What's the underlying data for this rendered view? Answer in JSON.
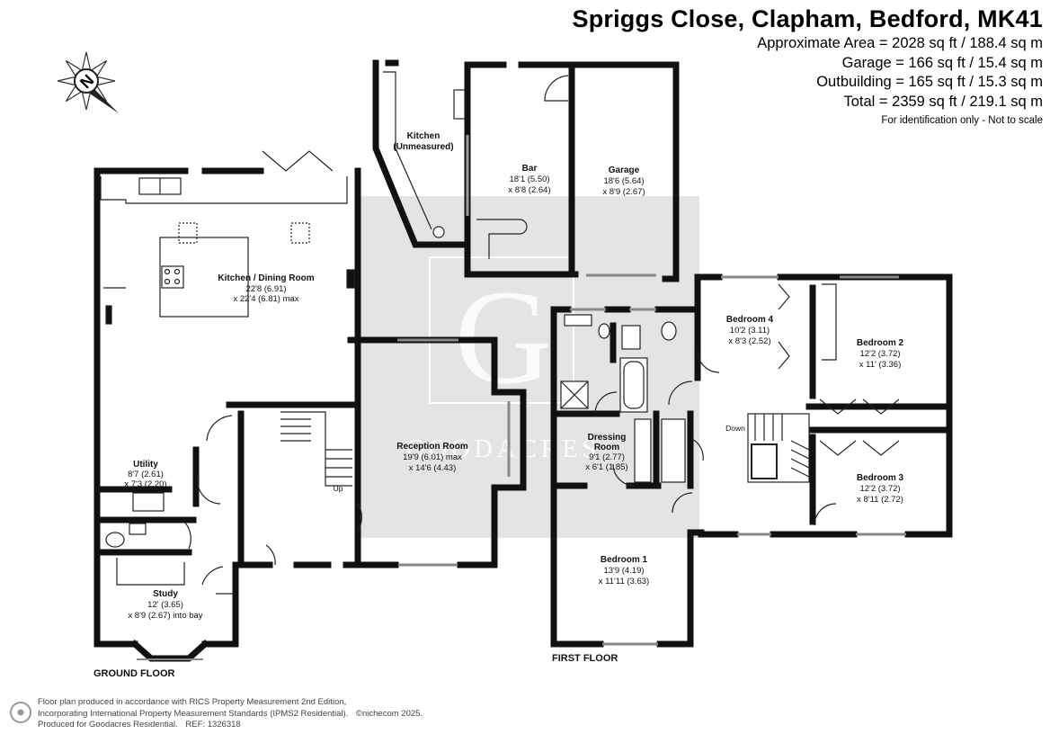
{
  "header": {
    "address": "Spriggs Close, Clapham, Bedford, MK41",
    "areas": [
      "Approximate Area = 2028 sq ft / 188.4 sq m",
      "Garage = 166 sq ft / 15.4 sq m",
      "Outbuilding = 165 sq ft / 15.3 sq m",
      "Total = 2359 sq ft / 219.1 sq m"
    ],
    "disclaimer": "For identification only - Not to scale"
  },
  "compass": {
    "label": "N"
  },
  "rooms": {
    "kitchen_dining": {
      "name": "Kitchen / Dining Room",
      "dim1": "22'8 (6.91)",
      "dim2": "x 22'4 (6.81) max"
    },
    "kitchen_outbuilding": {
      "name": "Kitchen",
      "dim1": "(Unmeasured)"
    },
    "bar": {
      "name": "Bar",
      "dim1": "18'1 (5.50)",
      "dim2": "x 8'8 (2.64)"
    },
    "garage": {
      "name": "Garage",
      "dim1": "18'6 (5.64)",
      "dim2": "x 8'9 (2.67)"
    },
    "reception": {
      "name": "Reception Room",
      "dim1": "19'9 (6.01) max",
      "dim2": "x 14'6 (4.43)"
    },
    "utility": {
      "name": "Utility",
      "dim1": "8'7 (2.61)",
      "dim2": "x 7'3 (2.20)"
    },
    "study": {
      "name": "Study",
      "dim1": "12' (3.65)",
      "dim2": "x 8'9 (2.67) into bay"
    },
    "bedroom4": {
      "name": "Bedroom 4",
      "dim1": "10'2 (3.11)",
      "dim2": "x 8'3 (2.52)"
    },
    "bedroom2": {
      "name": "Bedroom 2",
      "dim1": "12'2 (3.72)",
      "dim2": "x 11' (3.36)"
    },
    "bedroom3": {
      "name": "Bedroom 3",
      "dim1": "12'2 (3.72)",
      "dim2": "x 8'11 (2.72)"
    },
    "dressing": {
      "name": "Dressing",
      "name2": "Room",
      "dim1": "9'1 (2.77)",
      "dim2": "x 6'1 (1.85)"
    },
    "bedroom1": {
      "name": "Bedroom 1",
      "dim1": "13'9 (4.19)",
      "dim2": "x 11'11 (3.63)"
    }
  },
  "stairs": {
    "up": "Up",
    "down": "Down"
  },
  "floors": {
    "ground": "GROUND FLOOR",
    "first": "FIRST FLOOR"
  },
  "watermark": {
    "monogram": "G",
    "text": "GOODACRES"
  },
  "footer": {
    "line1": "Floor plan produced in accordance with RICS Property Measurement 2nd Edition,",
    "line2": "Incorporating International Property Measurement Standards (IPMS2 Residential).",
    "copyright": "©nichecom 2025.",
    "line3": "Produced for Goodacres Residential.",
    "ref": "REF: 1326318"
  },
  "colors": {
    "wall": "#111111",
    "watermark": "#cfcfcf",
    "window": "#9a9a9a"
  }
}
